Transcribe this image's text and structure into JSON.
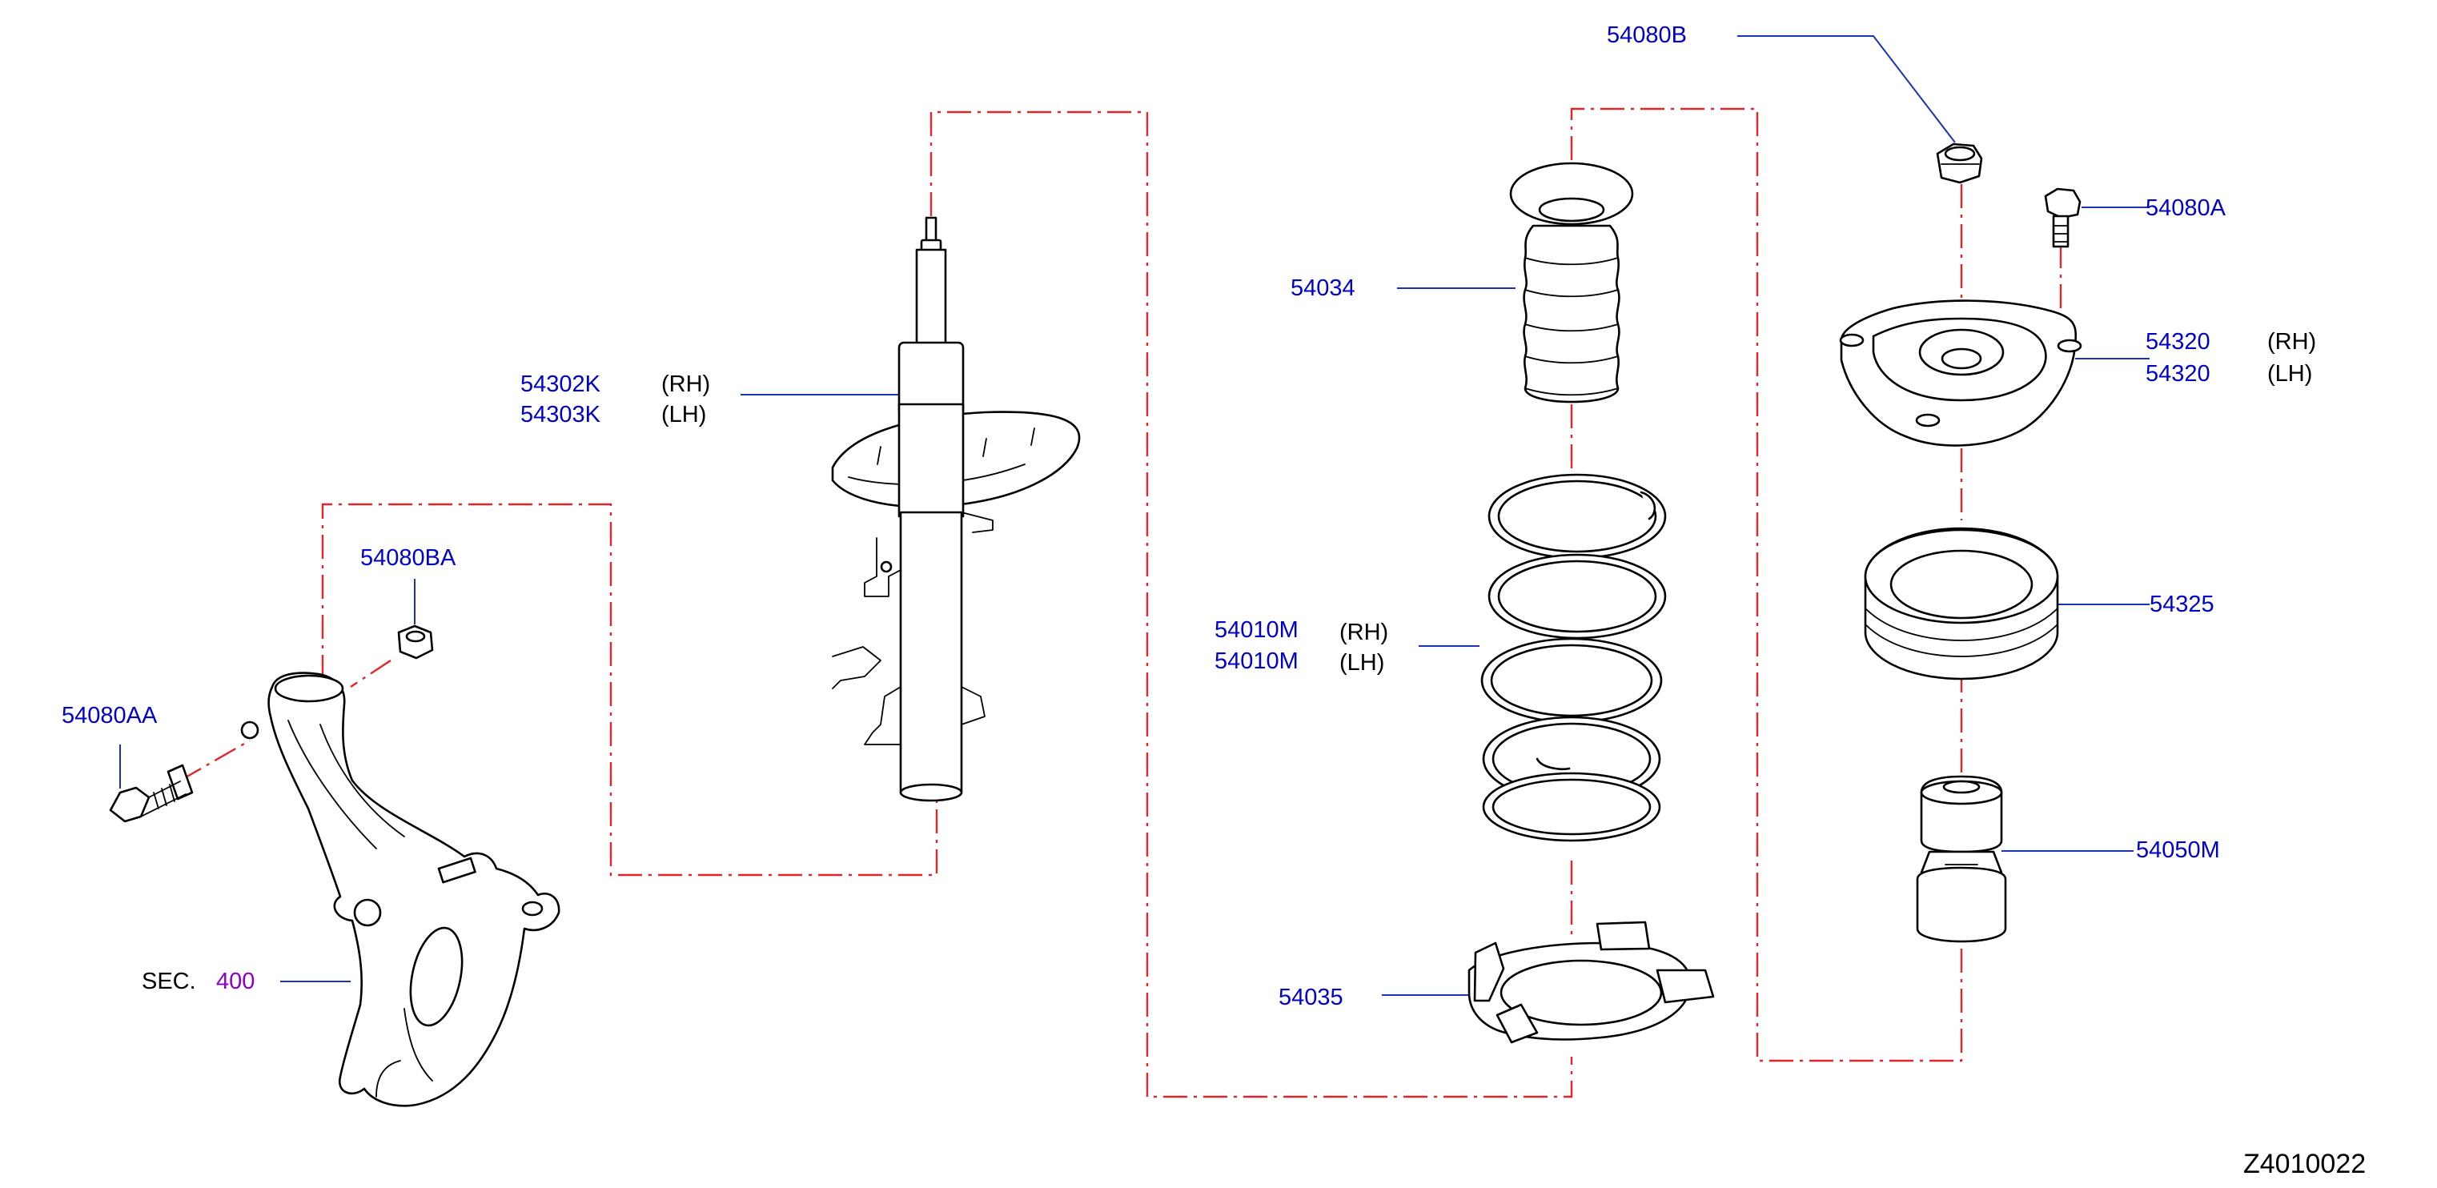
{
  "labels": {
    "strut_rh": "54302K",
    "strut_lh": "54303K",
    "knuckle_nut": "54080BA",
    "knuckle_bolt": "54080AA",
    "sec_prefix": "SEC.",
    "sec_ref": "400",
    "bound_bumper": "54034",
    "spring_rh": "54010M",
    "spring_lh": "54010M",
    "seat_rubber": "54035",
    "mount_nut": "54080B",
    "mount_bolt": "54080A",
    "mount_rh": "54320",
    "mount_lh": "54320",
    "bearing": "54325",
    "bumper_rubber": "54050M",
    "rh": "(RH)",
    "lh": "(LH)",
    "diagram_code": "Z4010022"
  },
  "colors": {
    "part_number": "#0000cc",
    "leader_line": "#1a33b8",
    "assembly_chain": "#e0252b",
    "section_ref": "#8a00c8",
    "outline": "#000000"
  }
}
